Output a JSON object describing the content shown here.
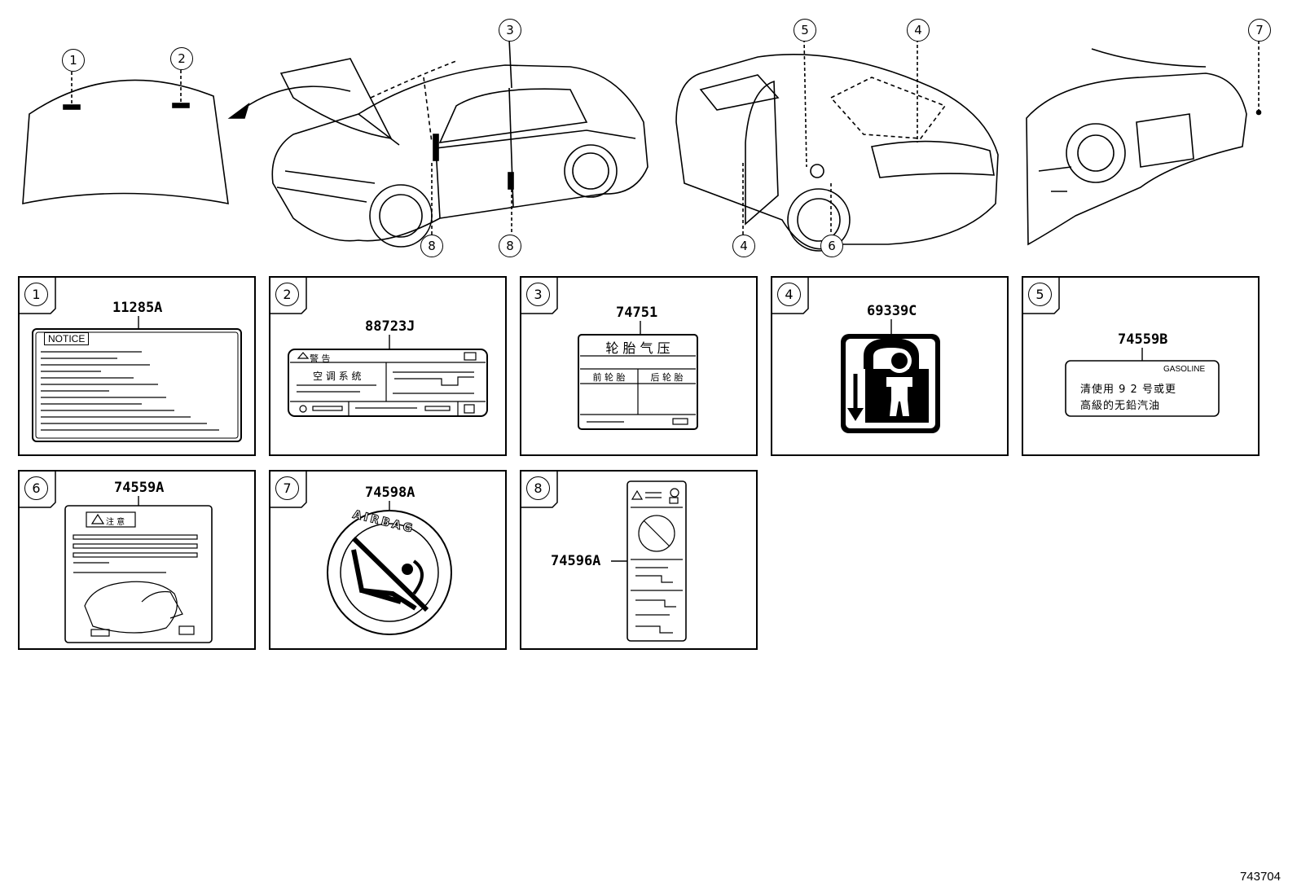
{
  "callouts": {
    "c1": "1",
    "c2": "2",
    "c3": "3",
    "c4a": "4",
    "c4b": "4",
    "c5": "5",
    "c6": "6",
    "c7": "7",
    "c8a": "8",
    "c8b": "8"
  },
  "panels": [
    {
      "num": "1",
      "part": "11285A",
      "notice": "NOTICE"
    },
    {
      "num": "2",
      "part": "88723J",
      "label_title": "警 告",
      "label_line": "空 调 系 统"
    },
    {
      "num": "3",
      "part": "74751",
      "title": "轮 胎 气 压",
      "col1": "前 轮 胎",
      "col2": "后 轮 胎"
    },
    {
      "num": "4",
      "part": "69339C"
    },
    {
      "num": "5",
      "part": "74559B",
      "fuel": "GASOLINE",
      "line1": "清使用 9 2 号或更",
      "line2": "高級的无鉛汽油"
    },
    {
      "num": "6",
      "part": "74559A",
      "label_title": "注 意"
    },
    {
      "num": "7",
      "part": "74598A",
      "ring_text": "AIRBAG"
    },
    {
      "num": "8",
      "part": "74596A"
    }
  ],
  "diagram_id": "743704"
}
